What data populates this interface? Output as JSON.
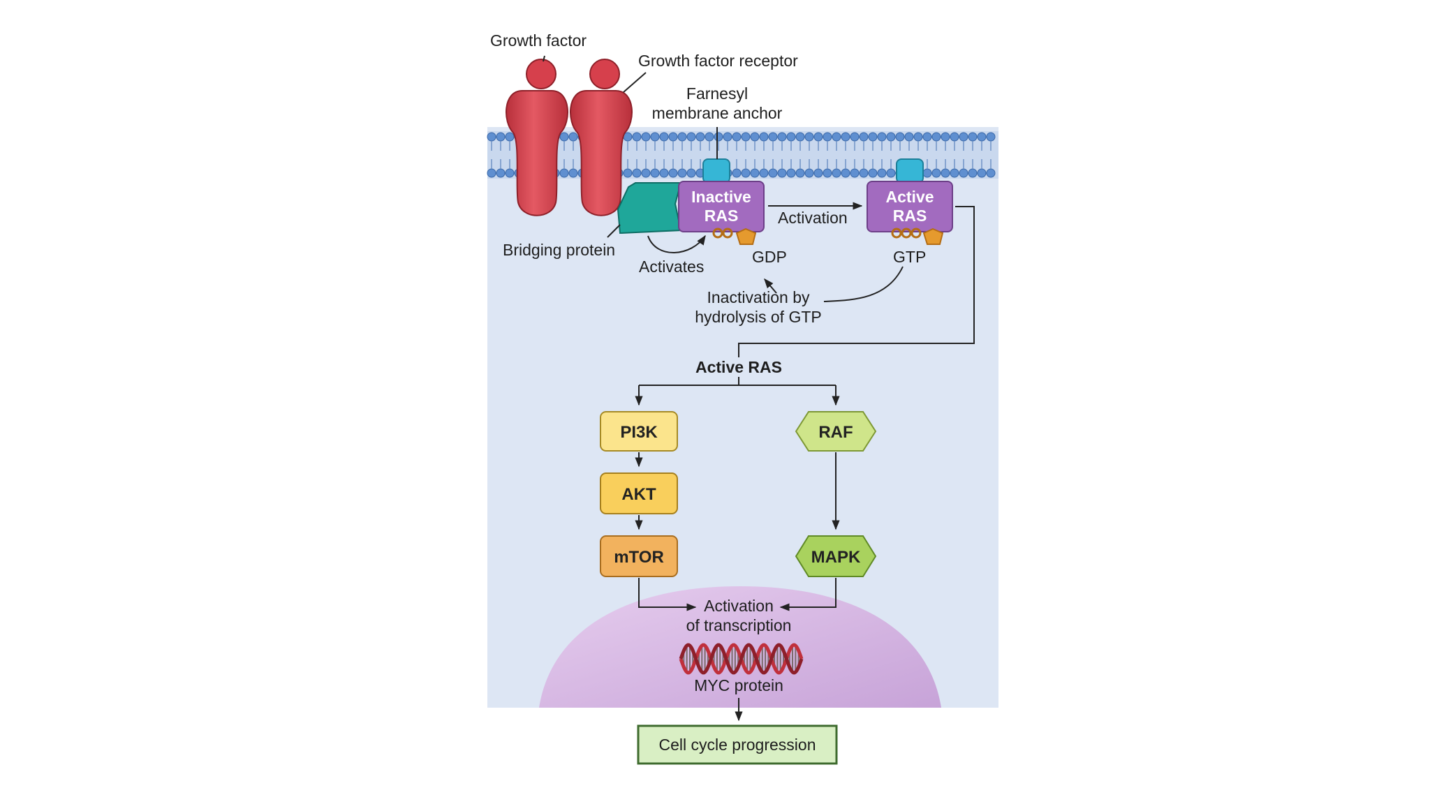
{
  "colors": {
    "cell_bg": "#dde6f4",
    "membrane_head": "#5f8fd0",
    "receptor": "#d6404c",
    "bridging_protein": "#1fa79a",
    "ras": "#a26bbf",
    "farnesyl_anchor": "#36b6d6",
    "phosphate": "#e59a2e",
    "pi3k": "#fbe48c",
    "akt": "#f9cf5c",
    "mtor": "#f2b25e",
    "raf": "#cfe58a",
    "mapk": "#a9d25e",
    "nucleus": "#d9b8e4",
    "outcome_box": "#d9efc4"
  },
  "labels": {
    "growth_factor": "Growth factor",
    "growth_factor_receptor": "Growth factor receptor",
    "farnesyl_line1": "Farnesyl",
    "farnesyl_line2": "membrane anchor",
    "bridging_protein": "Bridging protein",
    "activates": "Activates",
    "gdp": "GDP",
    "gtp": "GTP",
    "activation": "Activation",
    "inactivation_line1": "Inactivation by",
    "inactivation_line2": "hydrolysis of GTP",
    "active_ras_center": "Active RAS",
    "transcription_line1": "Activation",
    "transcription_line2": "of transcription",
    "myc_protein": "MYC protein"
  },
  "ras": {
    "inactive_line1": "Inactive",
    "inactive_line2": "RAS",
    "active_line1": "Active",
    "active_line2": "RAS"
  },
  "pathway": {
    "pi3k": "PI3K",
    "akt": "AKT",
    "mtor": "mTOR",
    "raf": "RAF",
    "mapk": "MAPK"
  },
  "outcome": "Cell cycle progression"
}
